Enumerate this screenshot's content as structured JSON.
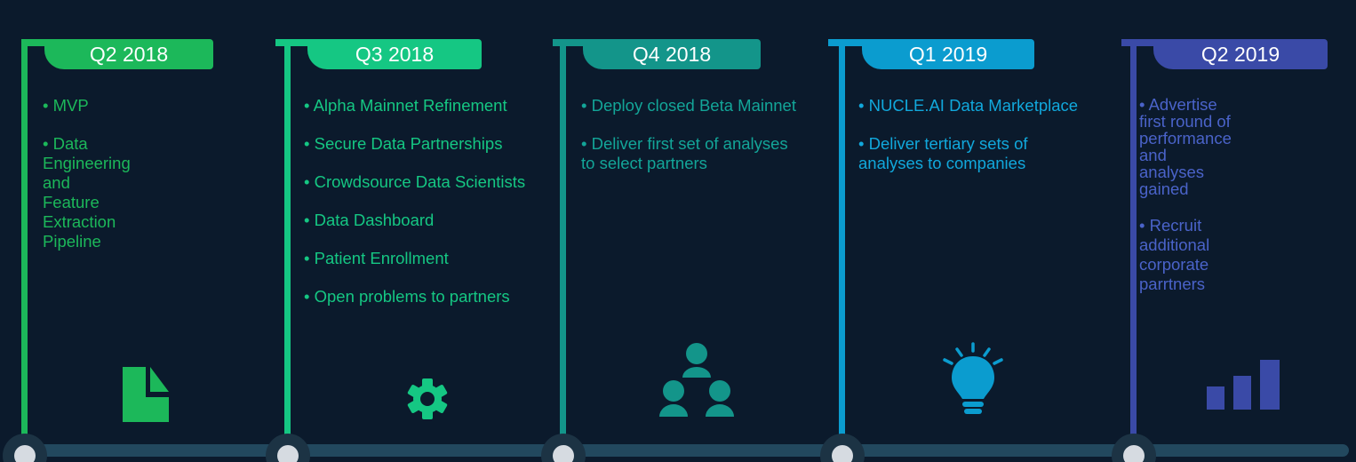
{
  "colors": {
    "background": "#0b1a2c",
    "track": "#22485e",
    "phase_1": "#1cb85a",
    "phase_2": "#15c783",
    "phase_3": "#13958a",
    "phase_4": "#0b9ccf",
    "phase_5": "#3a4aa7"
  },
  "phases": [
    {
      "label": "Q2 2018",
      "icon": "document-icon",
      "items": [
        "• MVP",
        "• Data Engineering and\nFeature Extraction Pipeline"
      ]
    },
    {
      "label": "Q3 2018",
      "icon": "gear-icon",
      "items": [
        "• Alpha Mainnet Refinement",
        "• Secure Data Partnerships",
        "• Crowdsource Data Scientists",
        "• Data Dashboard",
        "• Patient Enrollment",
        "• Open problems to partners"
      ]
    },
    {
      "label": "Q4 2018",
      "icon": "team-icon",
      "items": [
        "• Deploy closed Beta Mainnet",
        "• Deliver first set of analyses\nto select partners"
      ]
    },
    {
      "label": "Q1 2019",
      "icon": "lightbulb-icon",
      "items": [
        "• NUCLE.AI Data Marketplace",
        "• Deliver tertiary sets of\nanalyses to companies"
      ]
    },
    {
      "label": "Q2 2019",
      "icon": "bar-chart-icon",
      "items": [
        "• Advertise first round of\nperformance and analyses\ngained",
        "• Recruit additional\ncorporate parrtners"
      ]
    }
  ]
}
